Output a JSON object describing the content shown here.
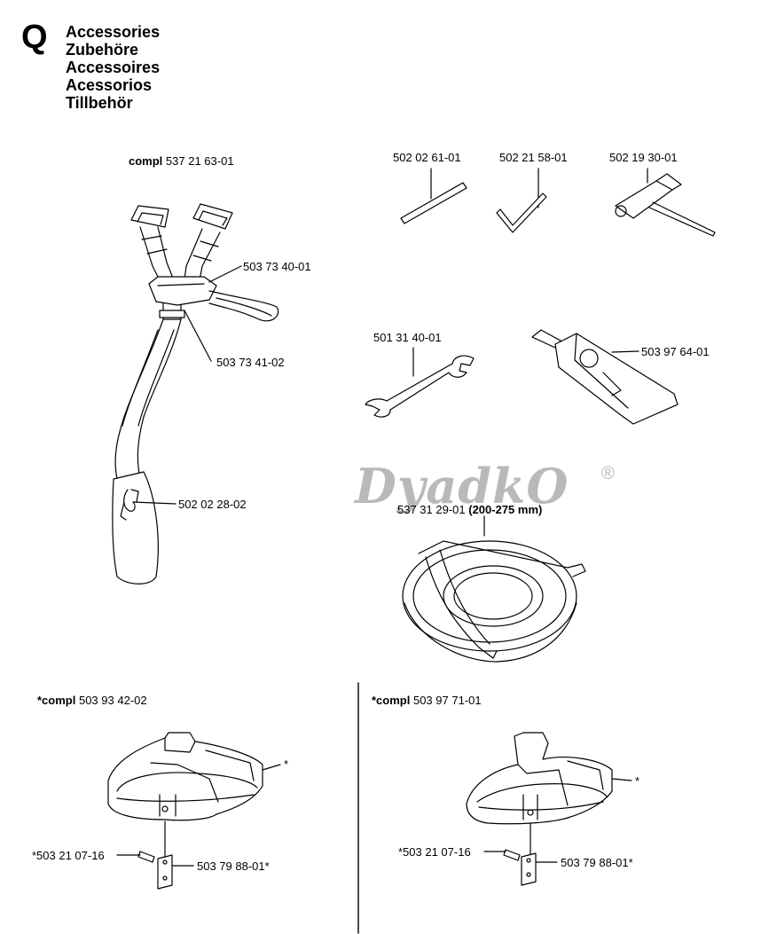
{
  "header": {
    "section_letter": "Q",
    "titles": [
      "Accessories",
      "Zubehöre",
      "Accessoires",
      "Acessorios",
      "Tillbehör"
    ]
  },
  "watermark": {
    "text": "DyadkO",
    "symbol": "®"
  },
  "parts": {
    "harness": {
      "compl_prefix": "compl",
      "compl_number": "537 21 63-01",
      "strap_buckle": "503 73 40-01",
      "strap_pad": "503 73 41-02",
      "hook": "502 02 28-02"
    },
    "rod": "502 02 61-01",
    "hex_key": "502 21 58-01",
    "combination_spanner": "502 19 30-01",
    "open_wrench": "501 31 40-01",
    "grease_tube": "503 97 64-01",
    "guard": {
      "number": "537 31 29-01",
      "size": "(200-275 mm)"
    },
    "guard_left": {
      "compl_prefix": "*compl",
      "compl_number": "503 93 42-02",
      "asterisk": "*",
      "screw": "*503 21 07-16",
      "plate": "503 79 88-01*"
    },
    "guard_right": {
      "compl_prefix": "*compl",
      "compl_number": "503 97 71-01",
      "asterisk": "*",
      "screw": "*503 21 07-16",
      "plate": "503 79 88-01*"
    }
  }
}
